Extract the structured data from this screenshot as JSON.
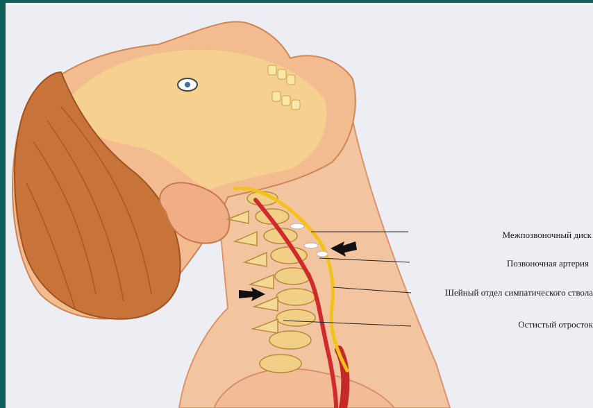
{
  "colors": {
    "frame": "#0f5e5a",
    "background": "#eceef3",
    "skin": "#f1b98e",
    "skin_shadow": "#e49a6c",
    "hair": "#c9733a",
    "bone": "#f6d27a",
    "nerve": "#f2c21a",
    "artery": "#cf2b2b",
    "arrow": "#111111"
  },
  "icons": {
    "arrow_upper": "arrow-left-icon",
    "arrow_lower": "arrow-right-icon"
  },
  "labels": [
    "Межпозвоночный диск",
    "Позвоночная артерия",
    "Шейный отдел симпатического ствола",
    "Остистый отросток"
  ]
}
